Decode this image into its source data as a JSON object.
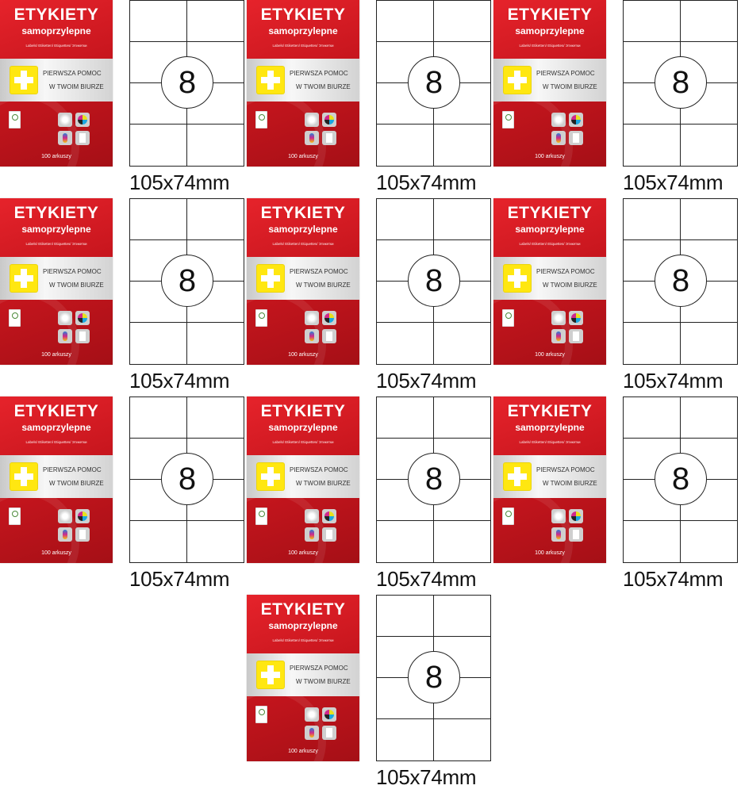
{
  "product": {
    "title": "ETYKIETY",
    "subtitle": "samoprzylepne",
    "languages": "Labels/ Etiketten/ Etiquettes/ Этикетки",
    "tagline_1": "PIERWSZA POMOC",
    "tagline_2": "W TWOIM BIURZE",
    "sheet_count": "100 arkuszy"
  },
  "sheet": {
    "labels_per_sheet": "8",
    "size": "105x74mm"
  },
  "colors": {
    "package_red": "#d41c24",
    "plus_yellow": "#ffe711",
    "band_grey": "#e6e6e6"
  },
  "icons": [
    "first-aid-plus-icon",
    "fsc-cert-icon",
    "sun-icon",
    "color-wheel-icon",
    "ink-drop-icon",
    "paper-sheet-icon"
  ],
  "tile_count": 10
}
